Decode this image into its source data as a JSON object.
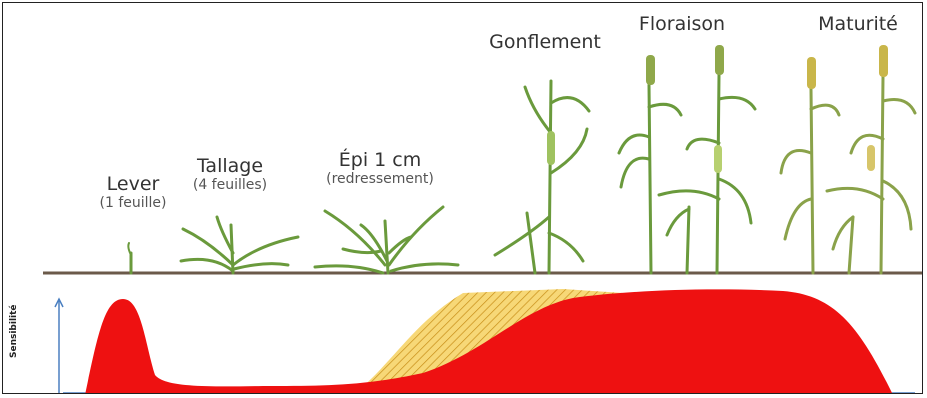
{
  "stages": [
    {
      "id": "lever",
      "name": "Lever",
      "sub": "(1 feuille)"
    },
    {
      "id": "tallage",
      "name": "Tallage",
      "sub": "(4 feuilles)"
    },
    {
      "id": "epi",
      "name": "Épi 1 cm",
      "sub": "(redressement)"
    },
    {
      "id": "gonflement",
      "name": "Gonflement",
      "sub": ""
    },
    {
      "id": "floraison",
      "name": "Floraison",
      "sub": ""
    },
    {
      "id": "maturite",
      "name": "Maturité",
      "sub": ""
    }
  ],
  "sensitivity_axis": {
    "label": "Sensibilité"
  },
  "colors": {
    "sensitivity_fill": "#ee1111",
    "hatch_fill": "#f7d877",
    "hatch_line": "#c9901a",
    "axis": "#4a7fc1",
    "plant_green": "#5b8a3a",
    "plant_light": "#9fc260",
    "mature_yellow": "#c9b64a",
    "soil": "#6b5a4a"
  }
}
